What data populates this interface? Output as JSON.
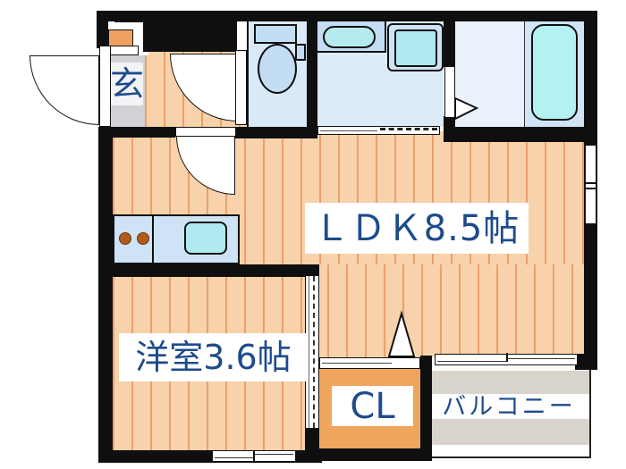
{
  "title": "1LDK apartment floor plan",
  "rooms": {
    "genkan": {
      "label": "玄"
    },
    "ldk": {
      "label": "ＬＤＫ8.5帖"
    },
    "western_room": {
      "label": "洋室3.6帖"
    },
    "closet": {
      "label": "CL"
    },
    "balcony": {
      "label": "バルコニー"
    }
  },
  "fixtures": [
    "toilet",
    "toilet-tank",
    "vanity-sink",
    "washing-machine",
    "bathtub",
    "kitchen-counter",
    "kitchen-sink",
    "stove-burners",
    "entrance-step",
    "shoe-cabinet",
    "hinged-doors",
    "sliding-doors",
    "folding-door-triangles",
    "windows"
  ],
  "colors": {
    "wall": "#0f0f0f",
    "wood_floor": "#f7d2ab",
    "wood_stripe": "#eca06a",
    "water_floor": "#dcebf8",
    "toilet_floor": "#d9e9f8",
    "bath_floor_left": "#e9f2fb",
    "bath_floor_right": "#cfe4f6",
    "fixture_fill": "#c3ddf4",
    "basin_fill": "#b5ebee",
    "tub_fill": "#b4f1f3",
    "closet_orange": "#f0a55d",
    "genkan_gray": "#d2d1d5",
    "balcony_gray": "#d9d4cb",
    "label_text": "#1e4b8c"
  }
}
